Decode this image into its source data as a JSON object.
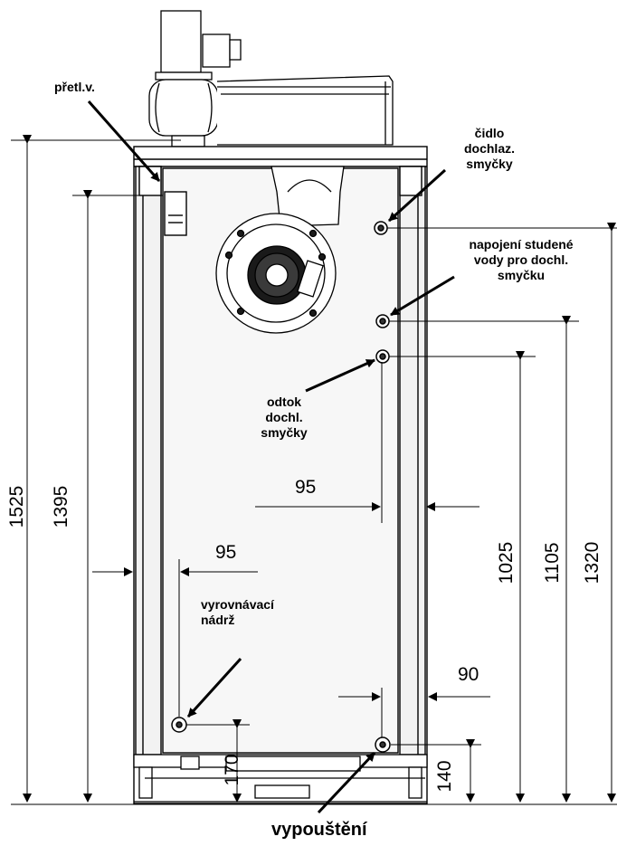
{
  "labels": {
    "overpressure": "přetl.v.",
    "loop_sensor": [
      "čidlo",
      "dochlaz.",
      "smyčky"
    ],
    "cold_water": [
      "napojení studené",
      "vody pro dochl.",
      "smyčku"
    ],
    "loop_outlet": [
      "odtok",
      "dochl.",
      "smyčky"
    ],
    "expansion_tank": [
      "vyrovnávací",
      "nádrž"
    ],
    "drain": "vypouštění"
  },
  "dimensions": {
    "overall_height": "1525",
    "sensor_height": "1395",
    "loop_outlet_height": "1025",
    "cold_water_height": "1105",
    "sensor_loop_height": "1320",
    "right_offset": "95",
    "left_offset": "95",
    "drain_offset": "90",
    "drain_height": "140",
    "tank_height": "170"
  },
  "colors": {
    "line": "#000000",
    "fill_panel": "#f2f2f2",
    "fill_dark": "#1a1a1a"
  }
}
